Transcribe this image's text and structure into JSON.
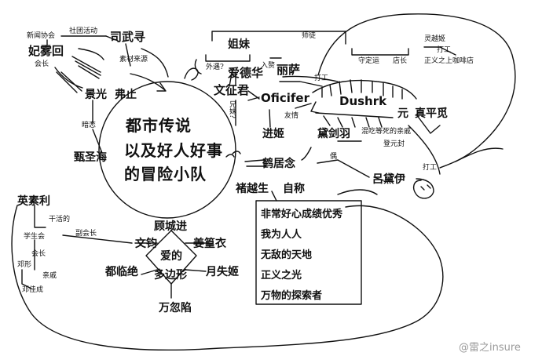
{
  "center": {
    "line1": "都市传说",
    "line2": "以及好人好事",
    "line3": "的冒险小队"
  },
  "characters": {
    "si_wuxun": "司武寻",
    "fei_wuhui": "妃雾回",
    "jing_guang": "景光",
    "fu_zhi": "弗止",
    "zhen_shenghai": "甄圣海",
    "jie_mei": "姐妹",
    "ai_dehua": "爱德华",
    "li_sa": "丽萨",
    "wen_zhengjun": "文征君",
    "oficifer": "Oficifer",
    "dushrk": "Dushrk",
    "yuan": "元",
    "zhen_pingmi": "真平觅",
    "jin_ji": "进姬",
    "dai_jianyu": "黛剑羽",
    "he_junian": "鹤居念",
    "chu_yuesheng": "褚越生",
    "lv_daiyi": "吕黛伊",
    "ying_suli": "英素利",
    "wen_jun": "文钧",
    "gu_chengjin": "顾城进",
    "jiang_huangyi": "姜篁衣",
    "du_linjue": "都临绝",
    "yue_shiji": "月失姬",
    "wan_hushao": "万忽陷",
    "ling_yueji": "灵越姬"
  },
  "labels": {
    "xinwen_xiehui": "新闻协会",
    "shetuan_huodong": "社团活动",
    "huizhang": "会长",
    "sucai_laiyuan": "素材来源",
    "anlian": "暗恋",
    "shitu": "师徒",
    "waiyu": "外遇?",
    "ruzhui": "入赘",
    "xiongmei": "兄妹?",
    "youqing": "友情",
    "dagong": "打工",
    "shou_zhuding": "守定运",
    "dianzhang": "店长",
    "zhengyi_kafei": "正义之上咖啡店",
    "hunjin": "混吃等死的亲戚",
    "deng_yuanfeng": "登元封",
    "ou": "偶",
    "zicheng": "自称",
    "ganhuo_de": "干活的",
    "xueshenghui": "学生会",
    "fu_huizhang": "副会长",
    "deng_xing": "邓形",
    "qinqi": "亲戚",
    "deng_tongren": "邓佳成",
    "ai_de_duobianxing_1": "爱的",
    "ai_de_duobianxing_2": "多边形"
  },
  "titles_box": [
    "非常好心成绩优秀",
    "我为人人",
    "无敌的天地",
    "正义之光",
    "万物的探索者"
  ],
  "watermark": "@雷之insure"
}
